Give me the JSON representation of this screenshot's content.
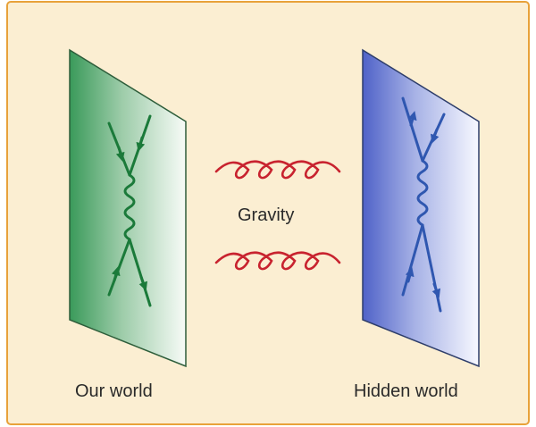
{
  "labels": {
    "left_world": "Our world",
    "right_world": "Hidden world",
    "force": "Gravity"
  },
  "colors": {
    "background": "#fbeed2",
    "border": "#e8a23a",
    "left_panel_dark": "#3a9a5a",
    "left_panel_light": "#f7fbf7",
    "left_lines": "#1b7a3a",
    "right_panel_dark": "#4f62c8",
    "right_panel_light": "#f7f8ff",
    "right_lines": "#2f57b0",
    "graviton": "#c8232f",
    "panel_outline": "#2d5d3a"
  },
  "icons": {
    "feynman_left": "feynman-diagram-icon",
    "feynman_right": "feynman-diagram-icon",
    "graviton": "graviton-coil-icon"
  }
}
